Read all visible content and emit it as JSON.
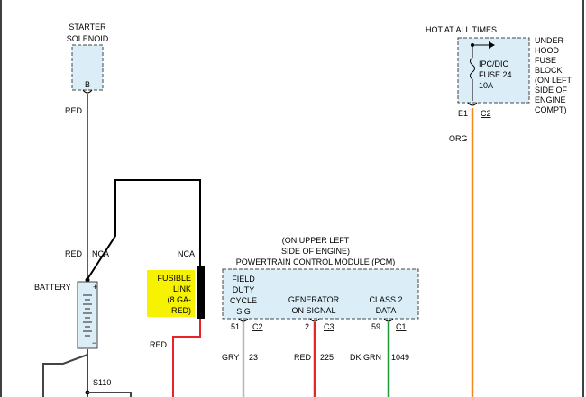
{
  "starter": {
    "line1": "STARTER",
    "line2": "SOLENOID",
    "terminal": "B"
  },
  "hot": {
    "label": "HOT AT ALL TIMES"
  },
  "fuse_block": {
    "lines": [
      "UNDER-",
      "HOOD",
      "FUSE",
      "BLOCK",
      "(ON LEFT",
      "SIDE OF",
      "ENGINE",
      "COMPT)"
    ]
  },
  "fuse": {
    "name": "IPC/DIC",
    "number": "FUSE 24",
    "rating": "10A"
  },
  "fuse_terminal": {
    "pin": "E1",
    "connector": "C2"
  },
  "wires": {
    "red_top": "RED",
    "red_nca": "RED",
    "nca_left": "NCA",
    "nca_right": "NCA",
    "org": "ORG",
    "red_link": "RED"
  },
  "battery": {
    "label": "BATTERY",
    "plus": "+",
    "minus": "−"
  },
  "fusible_link": {
    "lines": [
      "FUSIBLE",
      "LINK",
      "(8 GA-",
      "RED)"
    ]
  },
  "pcm": {
    "location": [
      "(ON UPPER LEFT",
      "SIDE OF ENGINE)"
    ],
    "title": "POWERTRAIN CONTROL MODULE (PCM)",
    "signals": [
      {
        "label": [
          "FIELD",
          "DUTY",
          "CYCLE",
          "SIG"
        ],
        "pin": "51",
        "connector": "C2",
        "wire_color": "GRY",
        "circuit": "23"
      },
      {
        "label": [
          "GENERATOR",
          "ON SIGNAL"
        ],
        "pin": "2",
        "connector": "C3",
        "wire_color": "RED",
        "circuit": "225"
      },
      {
        "label": [
          "CLASS 2",
          "DATA"
        ],
        "pin": "59",
        "connector": "C1",
        "wire_color": "DK GRN",
        "circuit": "1049"
      }
    ]
  },
  "splice": {
    "label": "S110"
  },
  "colors": {
    "red": "#e8242a",
    "orange": "#f28a1e",
    "gray": "#b8b8b8",
    "green": "#1f9a3b",
    "highlight": "#f6f200"
  }
}
